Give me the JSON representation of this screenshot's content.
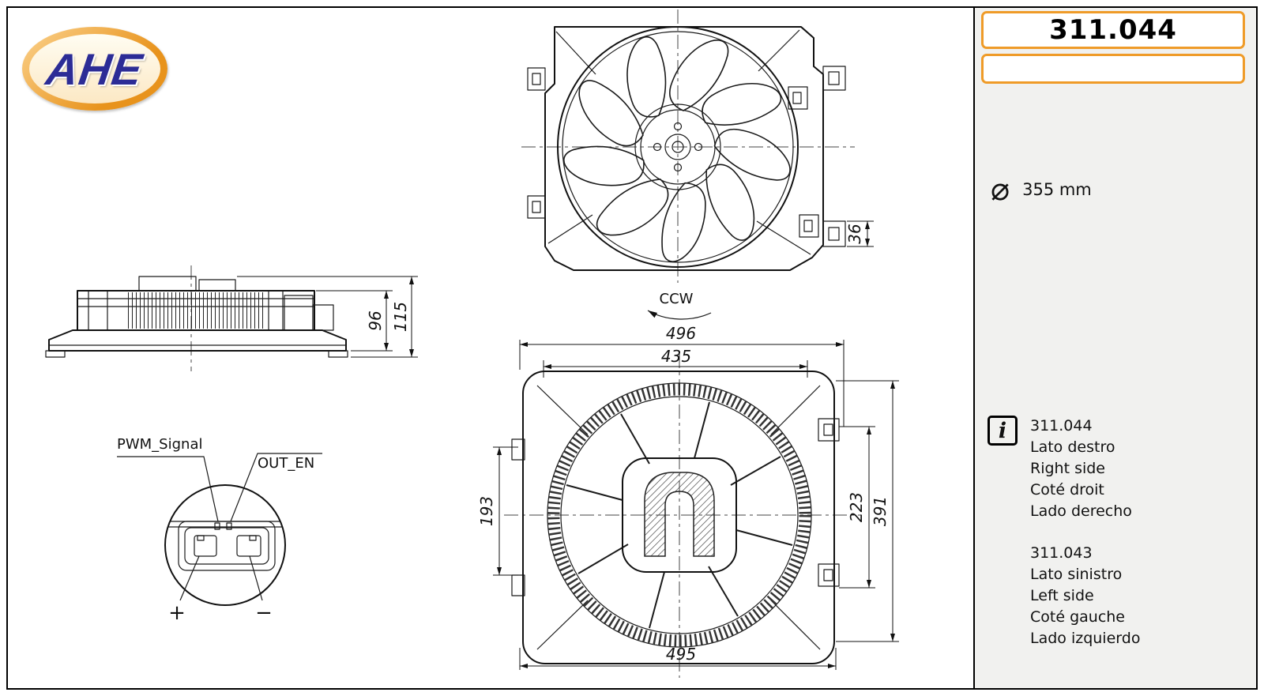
{
  "brand": {
    "logo_text": "AHE"
  },
  "header": {
    "part_number": "311.044"
  },
  "sidebar": {
    "diameter_symbol": "⌀",
    "diameter_value": "355 mm",
    "info_icon": "i",
    "variants": [
      {
        "number": "311.044",
        "lines": [
          "Lato destro",
          "Right side",
          "Coté droit",
          "Lado derecho"
        ]
      },
      {
        "number": "311.043",
        "lines": [
          "Lato sinistro",
          "Left side",
          "Coté gauche",
          "Lado izquierdo"
        ]
      }
    ]
  },
  "drawing": {
    "rotation_label": "CCW",
    "connector": {
      "pwm_label": "PWM_Signal",
      "out_en_label": "OUT_EN",
      "positive": "+",
      "negative": "−"
    },
    "dimensions": {
      "bracket_depth": "36",
      "side_height_inner": "96",
      "side_height_total": "115",
      "rear_width_outer": "496",
      "rear_width_inner": "435",
      "rear_height_left": "193",
      "rear_height_right_inner": "223",
      "rear_height_right_outer": "391",
      "rear_width_bottom": "495"
    }
  }
}
